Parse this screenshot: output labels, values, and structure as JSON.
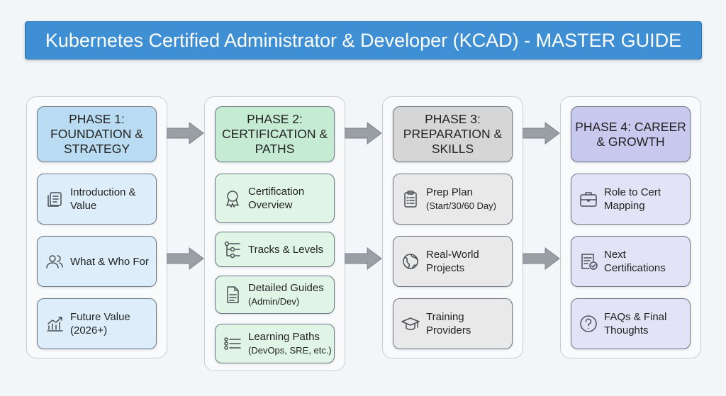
{
  "title": "Kubernetes Certified Administrator & Developer (KCAD) - MASTER GUIDE",
  "colors": {
    "title": "#3f8fd4",
    "phase1": "#b9dcf3",
    "phase2": "#c5ecd3",
    "phase3": "#d6d6d6",
    "phase4": "#c9c8ee"
  },
  "phases": [
    {
      "title": "PHASE 1: FOUNDATION & STRATEGY",
      "items": [
        {
          "icon": "document-stack-icon",
          "label": "Introduction & Value",
          "sub": ""
        },
        {
          "icon": "users-icon",
          "label": "What & Who For",
          "sub": ""
        },
        {
          "icon": "growth-chart-icon",
          "label": "Future Value (2026+)",
          "sub": ""
        }
      ]
    },
    {
      "title": "PHASE 2: CERTIFICATION & PATHS",
      "items": [
        {
          "icon": "badge-icon",
          "label": "Certification Overview",
          "sub": ""
        },
        {
          "icon": "tracks-icon",
          "label": "Tracks & Levels",
          "sub": ""
        },
        {
          "icon": "file-icon",
          "label": "Detailed Guides",
          "sub": "(Admin/Dev)"
        },
        {
          "icon": "list-icon",
          "label": "Learning Paths",
          "sub": "(DevOps, SRE, etc.)"
        }
      ]
    },
    {
      "title": "PHASE 3: PREPARATION & SKILLS",
      "items": [
        {
          "icon": "clipboard-icon",
          "label": "Prep Plan",
          "sub": "(Start/30/60 Day)"
        },
        {
          "icon": "globe-icon",
          "label": "Real-World Projects",
          "sub": ""
        },
        {
          "icon": "graduation-cap-icon",
          "label": "Training Providers",
          "sub": ""
        }
      ]
    },
    {
      "title": "PHASE 4: CAREER & GROWTH",
      "items": [
        {
          "icon": "briefcase-icon",
          "label": "Role to Cert Mapping",
          "sub": ""
        },
        {
          "icon": "certificate-check-icon",
          "label": "Next Certifications",
          "sub": ""
        },
        {
          "icon": "question-icon",
          "label": "FAQs & Final Thoughts",
          "sub": ""
        }
      ]
    }
  ]
}
